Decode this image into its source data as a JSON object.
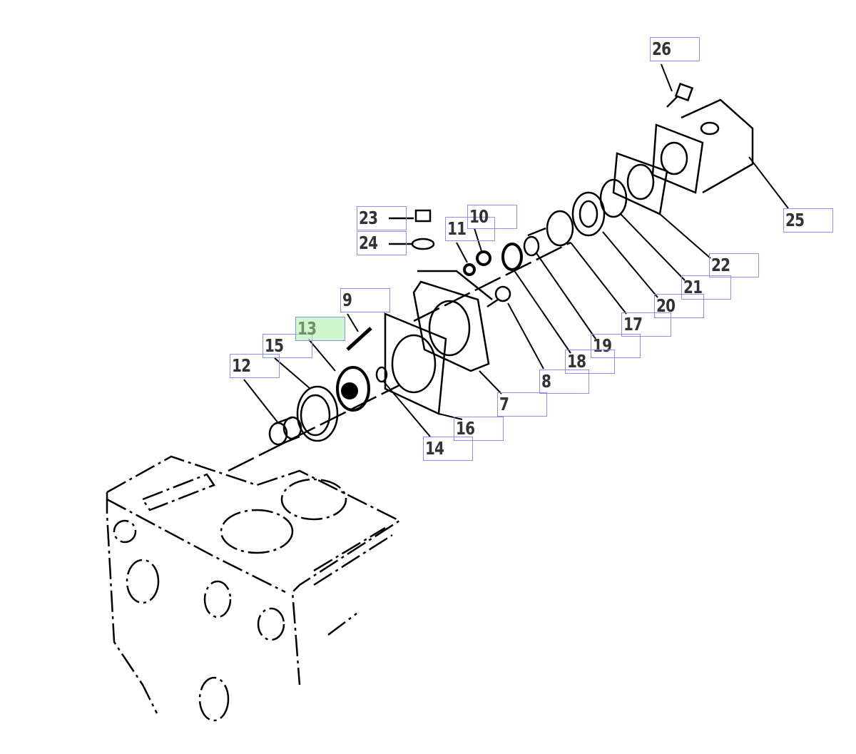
{
  "callouts": [
    {
      "label": "26",
      "active": false
    },
    {
      "label": "25",
      "active": false
    },
    {
      "label": "22",
      "active": false
    },
    {
      "label": "21",
      "active": false
    },
    {
      "label": "20",
      "active": false
    },
    {
      "label": "17",
      "active": false
    },
    {
      "label": "19",
      "active": false
    },
    {
      "label": "18",
      "active": false
    },
    {
      "label": "8",
      "active": false
    },
    {
      "label": "7",
      "active": false
    },
    {
      "label": "16",
      "active": false
    },
    {
      "label": "14",
      "active": false
    },
    {
      "label": "12",
      "active": false
    },
    {
      "label": "15",
      "active": false
    },
    {
      "label": "13",
      "active": true
    },
    {
      "label": "9",
      "active": false
    },
    {
      "label": "23",
      "active": false
    },
    {
      "label": "24",
      "active": false
    },
    {
      "label": "11",
      "active": false
    },
    {
      "label": "10",
      "active": false
    }
  ],
  "colors": {
    "callout_border": "#8a8ff0",
    "highlight": "#c8f5c0",
    "line": "#000000"
  }
}
